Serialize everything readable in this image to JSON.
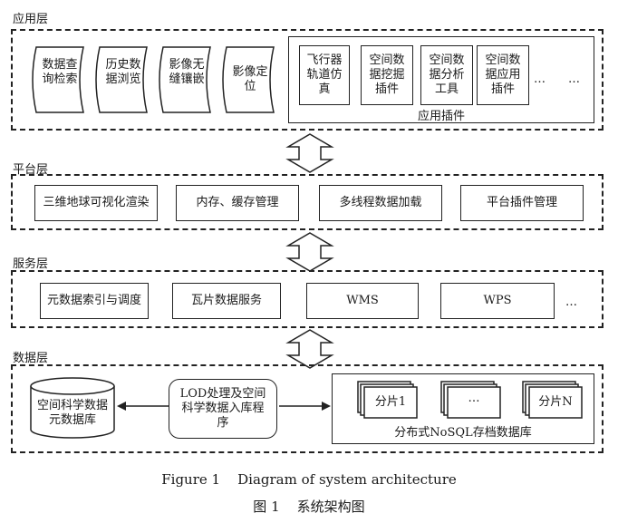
{
  "layers": {
    "app": {
      "title": "应用层",
      "modules": [
        "数据查询检索",
        "历史数据浏览",
        "影像无缝镶嵌",
        "影像定位"
      ],
      "plugins": [
        "飞行器轨道仿真",
        "空间数据挖掘插件",
        "空间数据分析工具",
        "空间数据应用插件"
      ],
      "plugins_ellipsis": "…",
      "plugins_caption": "应用插件",
      "outer_ellipsis": "…"
    },
    "platform": {
      "title": "平台层",
      "items": [
        "三维地球可视化渲染",
        "内存、缓存管理",
        "多线程数据加载",
        "平台插件管理"
      ]
    },
    "service": {
      "title": "服务层",
      "items": [
        "元数据索引与调度",
        "瓦片数据服务",
        "WMS",
        "WPS"
      ],
      "ellipsis": "…"
    },
    "data": {
      "title": "数据层",
      "database": "空间科学数据元数据库",
      "program": "LOD处理及空间科学数据入库程序",
      "shards": [
        "分片1",
        "…",
        "分片N"
      ],
      "storage_caption": "分布式NoSQL存档数据库"
    }
  },
  "caption_en": "Figure 1    Diagram of system architecture",
  "caption_cn": "图 1    系统架构图"
}
